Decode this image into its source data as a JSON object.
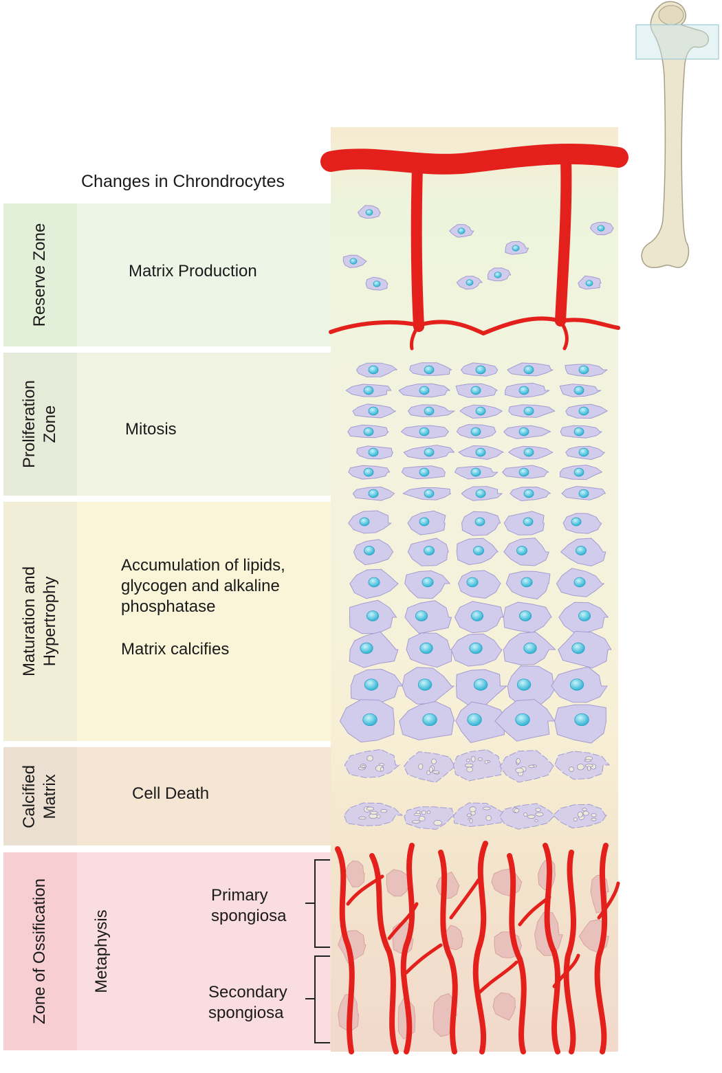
{
  "title": "Changes in Chrondrocytes",
  "zones": [
    {
      "name_lines": [
        "Reserve Zone"
      ],
      "desc": "Matrix Production",
      "side_color": "#e2efd9",
      "main_color": "#edf6e6"
    },
    {
      "name_lines": [
        "Proliferation",
        "Zone"
      ],
      "desc": "Mitosis",
      "side_color": "#e6ead9",
      "main_color": "#f1f3e3"
    },
    {
      "name_lines": [
        "Maturation and",
        "Hypertrophy"
      ],
      "desc_lines": [
        "Accumulation of lipids,",
        "glycogen and alkaline",
        "phosphatase"
      ],
      "desc2": "Matrix calcifies",
      "side_color": "#f2edd7",
      "main_color": "#faf5d8"
    },
    {
      "name_lines": [
        "Calcified",
        "Matrix"
      ],
      "desc": "Cell Death",
      "side_color": "#eadfd1",
      "main_color": "#f4e6d2"
    },
    {
      "name_lines": [
        "Zone of Ossification"
      ],
      "sub": "Metaphysis",
      "side_color": "#f7cfd3",
      "main_color": "#fadde0"
    }
  ],
  "spongiosa": {
    "primary_lines": [
      "Primary",
      "spongiosa"
    ],
    "secondary_lines": [
      "Secondary",
      "spongiosa"
    ]
  },
  "colors": {
    "vessel": "#e3201b",
    "cell": "#d2ccec",
    "cell_edge": "#a39bd0",
    "nucleus": "#6fd2e6",
    "bone": "#e9e3cc"
  }
}
